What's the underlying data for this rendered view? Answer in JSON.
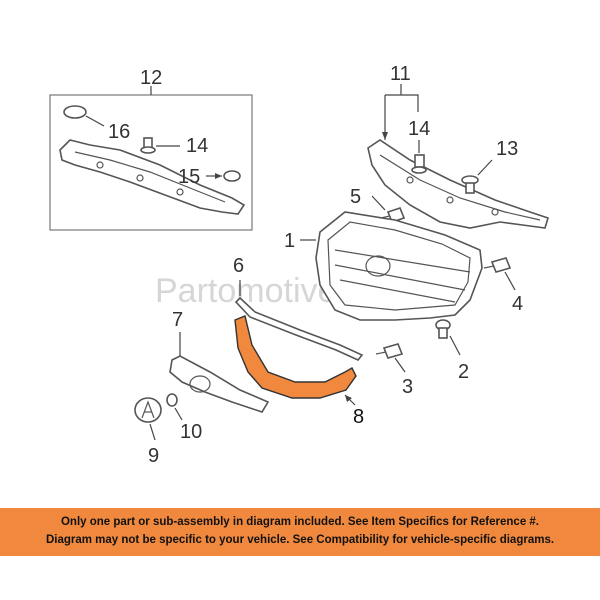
{
  "watermark": "Partomotive.com",
  "callouts": {
    "c1": "1",
    "c2": "2",
    "c3": "3",
    "c4": "4",
    "c5": "5",
    "c6": "6",
    "c7": "7",
    "c8": "8",
    "c9": "9",
    "c10": "10",
    "c11": "11",
    "c12": "12",
    "c13": "13",
    "c14a": "14",
    "c14b": "14",
    "c15": "15",
    "c16": "16"
  },
  "highlight_color": "#f0883e",
  "banner": {
    "line1": "Only one part or sub-assembly in diagram included. See Item Specifics for Reference #.",
    "line2": "Diagram may not be specific to your vehicle. See Compatibility for vehicle-specific diagrams."
  }
}
